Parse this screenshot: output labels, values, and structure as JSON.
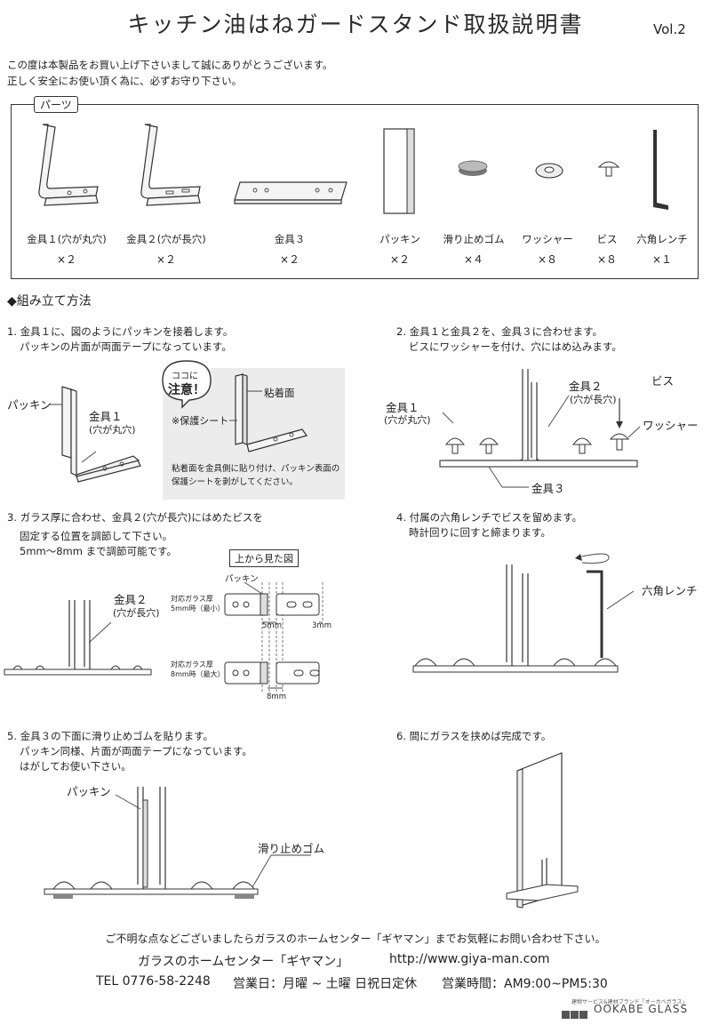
{
  "header": {
    "title": "キッチン油はねガードスタンド取扱説明書",
    "version": "Vol.2"
  },
  "intro": {
    "line1": "この度は本製品をお買い上げ下さいまして誠にありがとうございます。",
    "line2": "正しく安全にお使い頂く為に、必ずお守り下さい。"
  },
  "parts": {
    "heading": "パーツ",
    "items": [
      {
        "label": "金具１(穴が丸穴)",
        "count": "×２",
        "icon": "bracket-round-hole-icon"
      },
      {
        "label": "金具２(穴が長穴)",
        "count": "×２",
        "icon": "bracket-slot-hole-icon"
      },
      {
        "label": "金具３",
        "count": "×２",
        "icon": "base-plate-icon"
      },
      {
        "label": "パッキン",
        "count": "×２",
        "icon": "packing-icon"
      },
      {
        "label": "滑り止めゴム",
        "count": "×４",
        "icon": "rubber-foot-icon"
      },
      {
        "label": "ワッシャー",
        "count": "×８",
        "icon": "washer-icon"
      },
      {
        "label": "ビス",
        "count": "×８",
        "icon": "screw-icon"
      },
      {
        "label": "六角レンチ",
        "count": "×１",
        "icon": "hex-wrench-icon"
      }
    ]
  },
  "assembly": {
    "heading": "◆組み立て方法",
    "step1": {
      "line1": "1.  金具１に、図のようにパッキンを接着します。",
      "line2": "パッキンの片面が両面テープになっています。",
      "packing": "パッキン",
      "bracket": "金具１",
      "bracket_sub": "(穴が丸穴)",
      "bubble1": "ココに",
      "bubble2": "注意！",
      "adhesive": "粘着面",
      "protect": "※保護シート",
      "note1": "粘着面を金具側に貼り付け、パッキン表面の",
      "note2": "保護シートを剥がしてください。"
    },
    "step2": {
      "line1": "2.  金具１と金具２を、金具３に合わせます。",
      "line2": "ビスにワッシャーを付け、穴にはめ込みます。",
      "b1": "金具１",
      "b1_sub": "(穴が丸穴)",
      "b2": "金具２",
      "b2_sub": "(穴が長穴)",
      "screw": "ビス",
      "washer": "ワッシャー",
      "b3": "金具３"
    },
    "step3": {
      "line1": "3.  ガラス厚に合わせ、金具２(穴が長穴)にはめたビスを",
      "line2": "固定する位置を調節して下さい。",
      "line3": "5mm〜8mm まで調節可能です。",
      "topview": "上から見た図",
      "packing": "パッキン",
      "b2": "金具２",
      "b2_sub": "(穴が長穴)",
      "min1": "対応ガラス厚",
      "min2": "5mm時（最小）",
      "max1": "対応ガラス厚",
      "max2": "8mm時（最大）",
      "d5": "5mm",
      "d3": "3mm",
      "d8": "8mm"
    },
    "step4": {
      "line1": "4.  付属の六角レンチでビスを留めます。",
      "line2": "時計回りに回すと締まります。",
      "wrench": "六角レンチ"
    },
    "step5": {
      "line1": "5.  金具３の下面に滑り止めゴムを貼ります。",
      "line2": "パッキン同様、片面が両面テープになっています。",
      "line3": "はがしてお使い下さい。",
      "packing": "パッキン",
      "rubber": "滑り止めゴム"
    },
    "step6": {
      "line1": "6.  間にガラスを挟めば完成です。"
    }
  },
  "footer": {
    "contact": "ご不明な点などございましたらガラスのホームセンター「ギヤマン」までお気軽にお問い合わせ下さい。",
    "shop": "ガラスのホームセンター「ギヤマン」",
    "url": "http://www.giya-man.com",
    "tel": "TEL 0776-58-2248",
    "days": "営業日：月曜 ~ 土曜 日祝日定休",
    "hours": "営業時間：AM9:00~PM5:30",
    "brand_small": "建物サービス&建材ブランド「オーカベガラス」",
    "brand": "OOKABE GLASS"
  }
}
